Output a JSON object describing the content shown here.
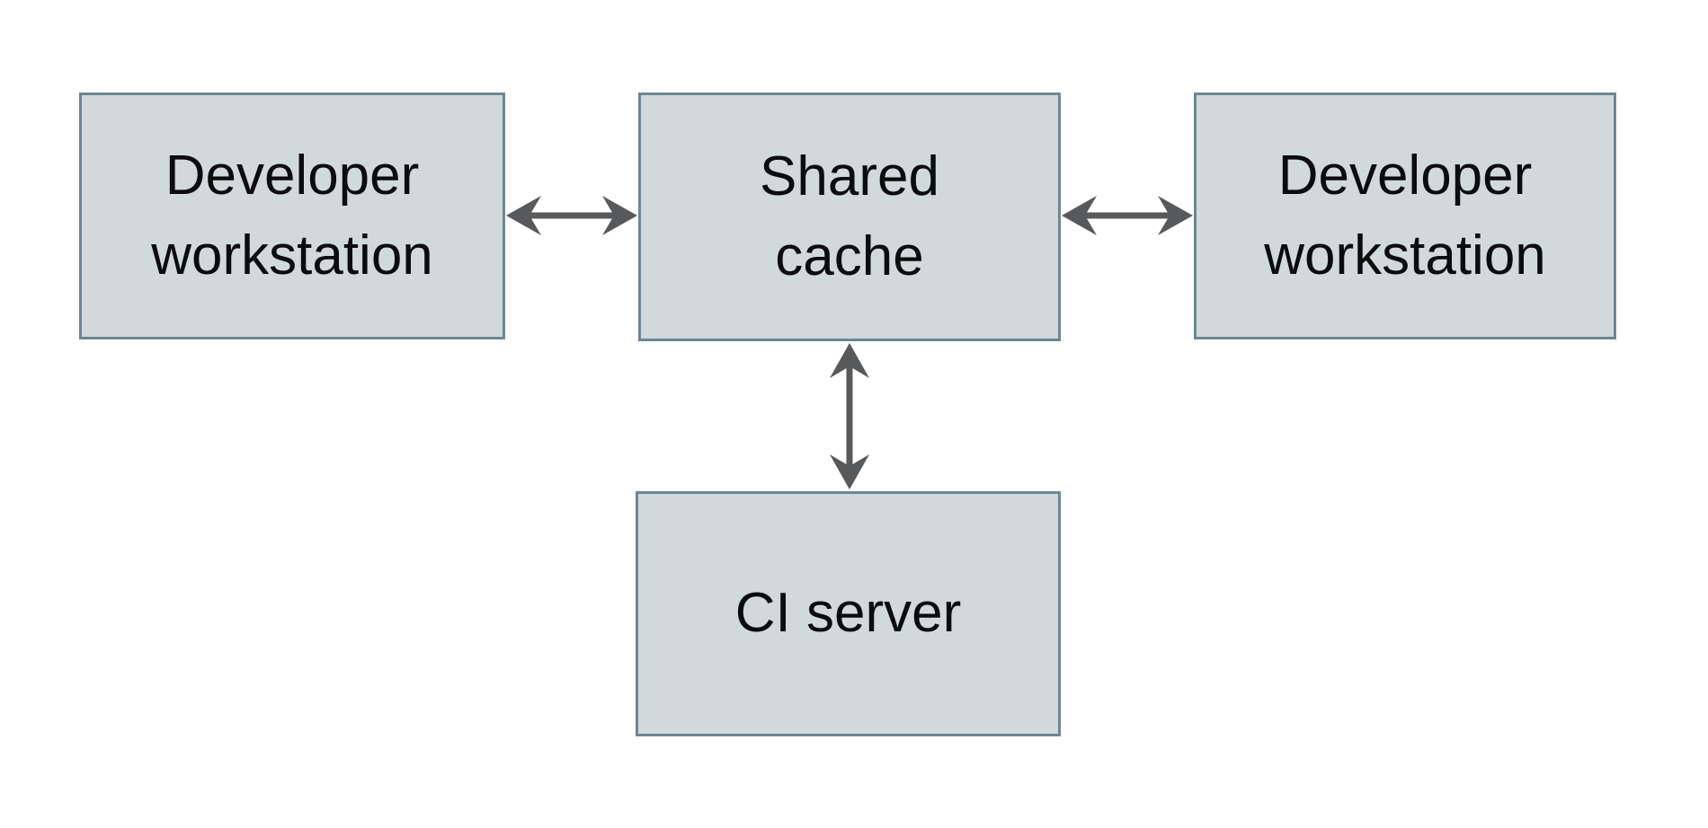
{
  "diagram": {
    "background": "#ffffff",
    "colors": {
      "node_fill": "#d2d9db",
      "node_border": "#6d8793",
      "arrow": "#58595b",
      "text": "#0b0c0c"
    },
    "nodes": [
      {
        "id": "developer-workstation-left",
        "label": "Developer workstation",
        "label_lines": [
          "Developer",
          "workstation"
        ]
      },
      {
        "id": "shared-cache",
        "label": "Shared cache",
        "label_lines": [
          "Shared",
          "cache"
        ]
      },
      {
        "id": "developer-workstation-right",
        "label": "Developer workstation",
        "label_lines": [
          "Developer",
          "workstation"
        ]
      },
      {
        "id": "ci-server",
        "label": "CI server",
        "label_lines": [
          "CI server"
        ]
      }
    ],
    "edges": [
      {
        "from": "developer-workstation-left",
        "to": "shared-cache",
        "type": "bidirectional",
        "orientation": "horizontal"
      },
      {
        "from": "shared-cache",
        "to": "developer-workstation-right",
        "type": "bidirectional",
        "orientation": "horizontal"
      },
      {
        "from": "shared-cache",
        "to": "ci-server",
        "type": "bidirectional",
        "orientation": "vertical"
      }
    ]
  }
}
